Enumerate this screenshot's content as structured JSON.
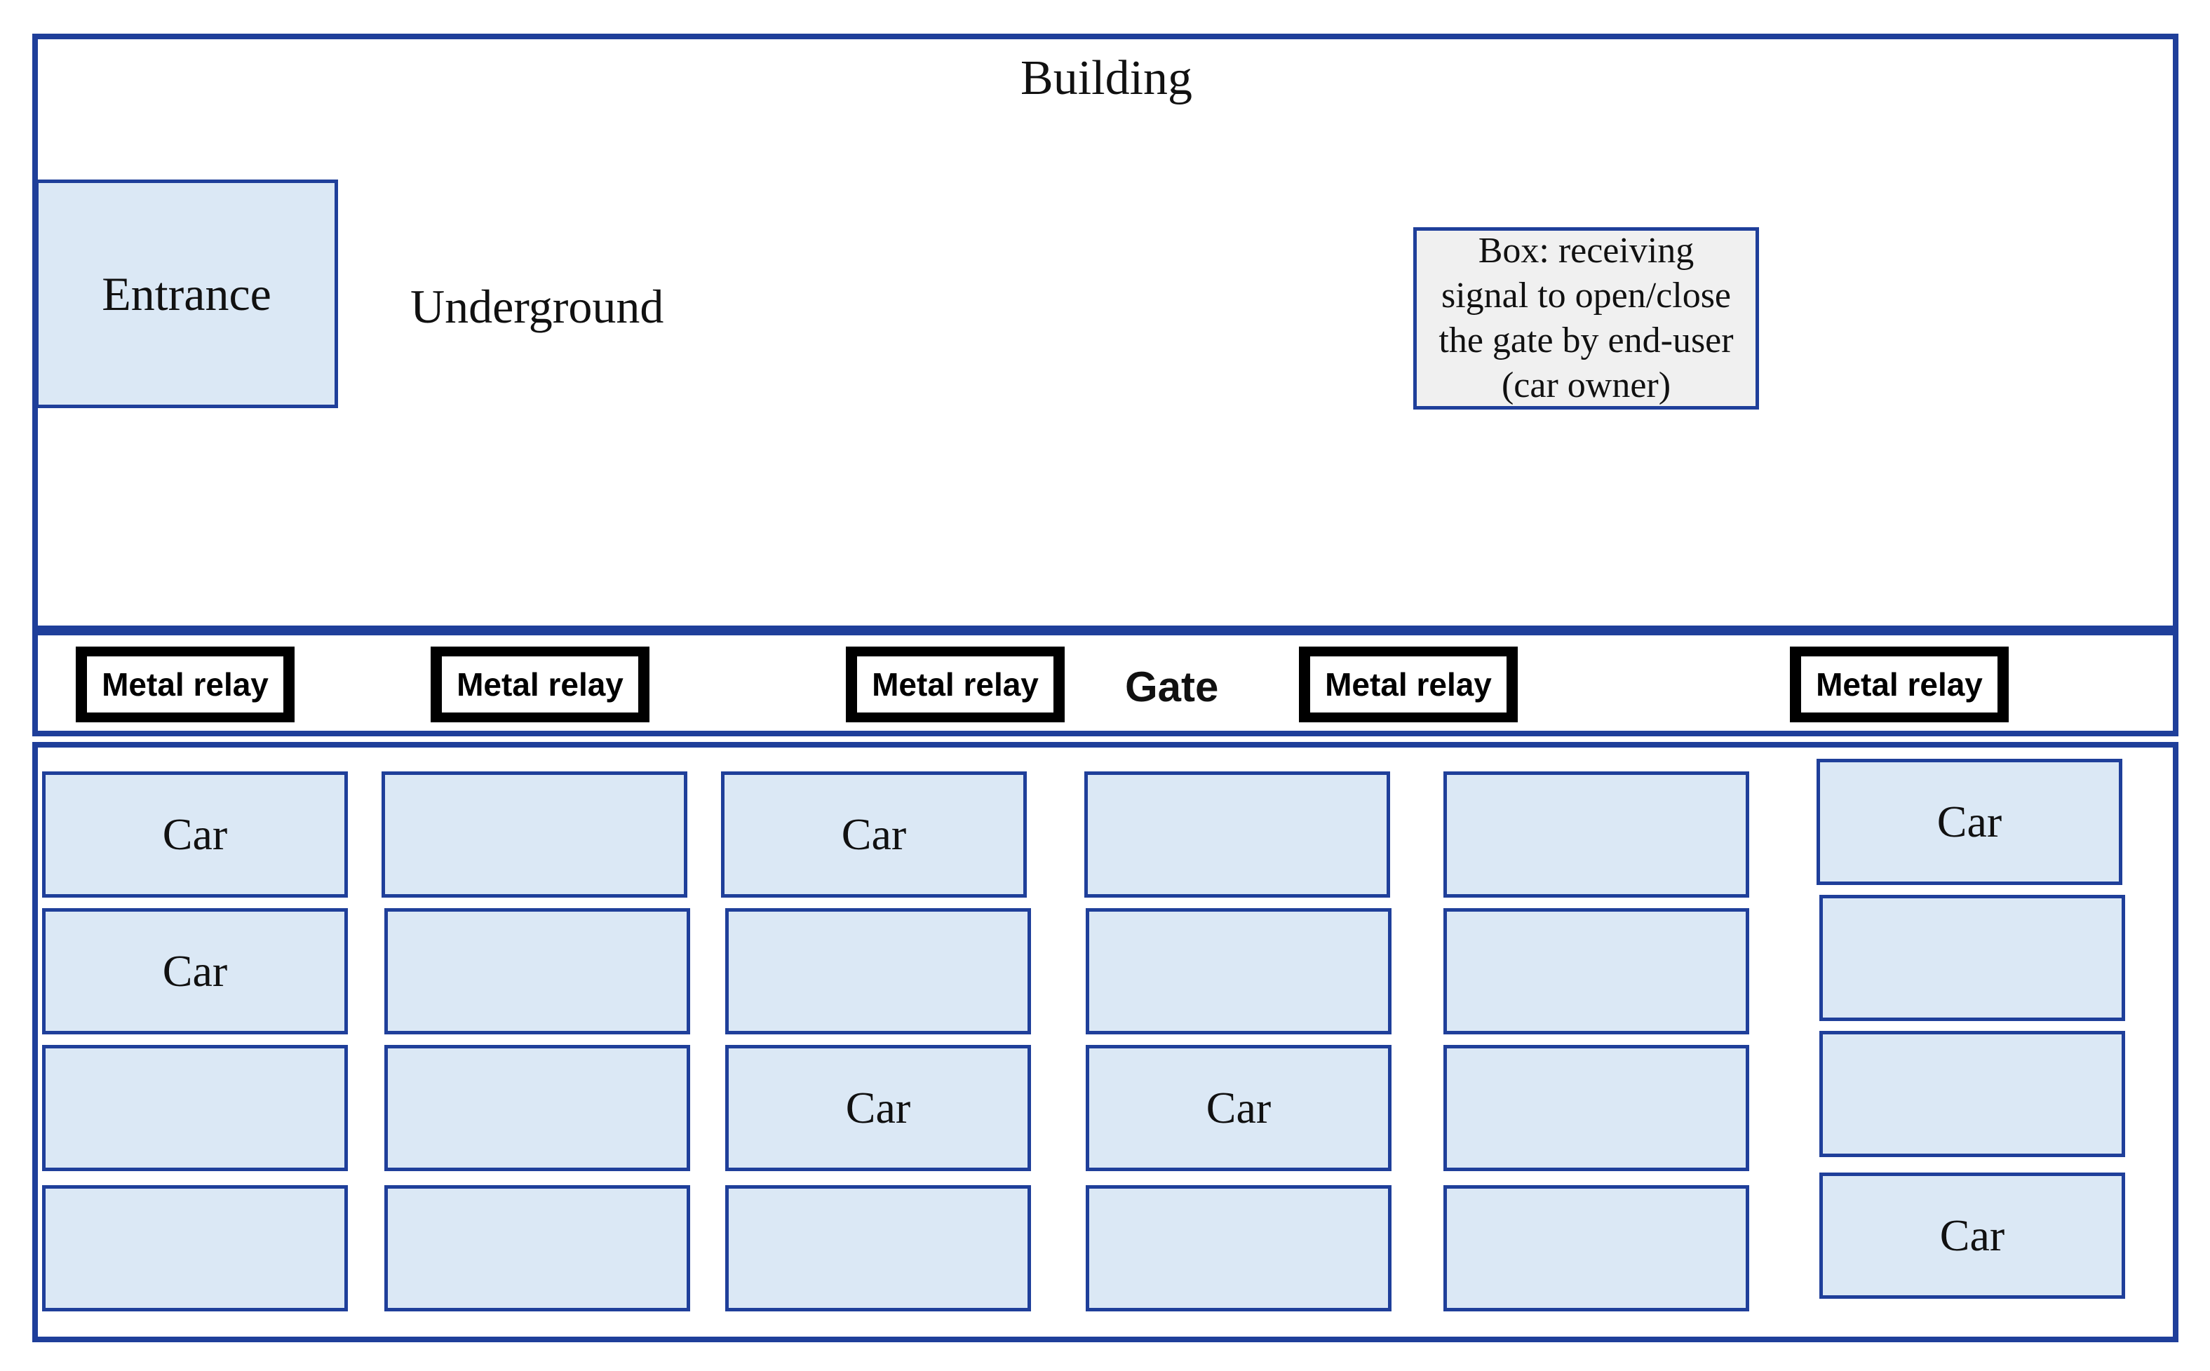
{
  "building": {
    "title": "Building",
    "underground_label": "Underground",
    "entrance_label": "Entrance",
    "box_label_lines": [
      "Box:  receiving",
      "signal to open/close",
      "the gate by end-user",
      "(car owner)"
    ]
  },
  "gate": {
    "label": "Gate",
    "relays": [
      "Metal relay",
      "Metal relay",
      "Metal relay",
      "Metal relay",
      "Metal relay"
    ]
  },
  "parking": {
    "columns": [
      [
        "Car",
        "Car",
        "",
        ""
      ],
      [
        "",
        "",
        "",
        ""
      ],
      [
        "Car",
        "",
        "Car",
        ""
      ],
      [
        "",
        "",
        "Car",
        ""
      ],
      [
        "",
        "",
        "",
        ""
      ],
      [
        "Car",
        "",
        "",
        "Car"
      ]
    ]
  },
  "colors": {
    "border": "#1f3f9a",
    "slot_fill": "#dbe8f5",
    "box_fill": "#f0f0f0",
    "relay_border": "#000000"
  }
}
